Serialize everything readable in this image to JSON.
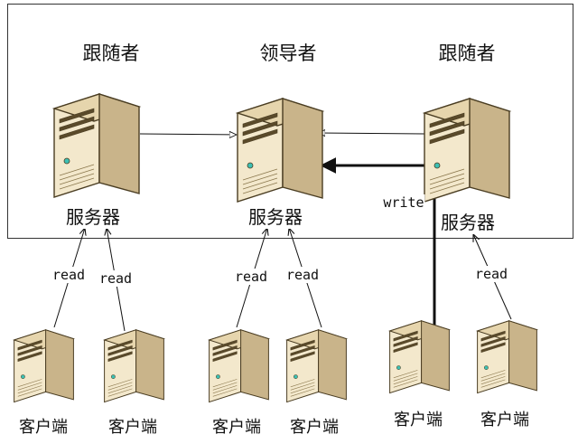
{
  "cluster": {
    "follower_left_label": "跟随者",
    "leader_label": "领导者",
    "follower_right_label": "跟随者"
  },
  "servers": {
    "left_label": "服务器",
    "center_label": "服务器",
    "right_label": "服务器"
  },
  "clients": [
    {
      "label": "客户端",
      "op": "read"
    },
    {
      "label": "客户端",
      "op": "read"
    },
    {
      "label": "客户端",
      "op": "read"
    },
    {
      "label": "客户端",
      "op": "read"
    },
    {
      "label": "客户端",
      "op": "write"
    },
    {
      "label": "客户端",
      "op": "read"
    }
  ],
  "colors": {
    "case_front": "#f3e8cc",
    "case_side": "#c9b48a",
    "case_top": "#e6d5ad",
    "outline": "#4a3d22",
    "led": "#3cc0b4",
    "line": "#111111"
  }
}
